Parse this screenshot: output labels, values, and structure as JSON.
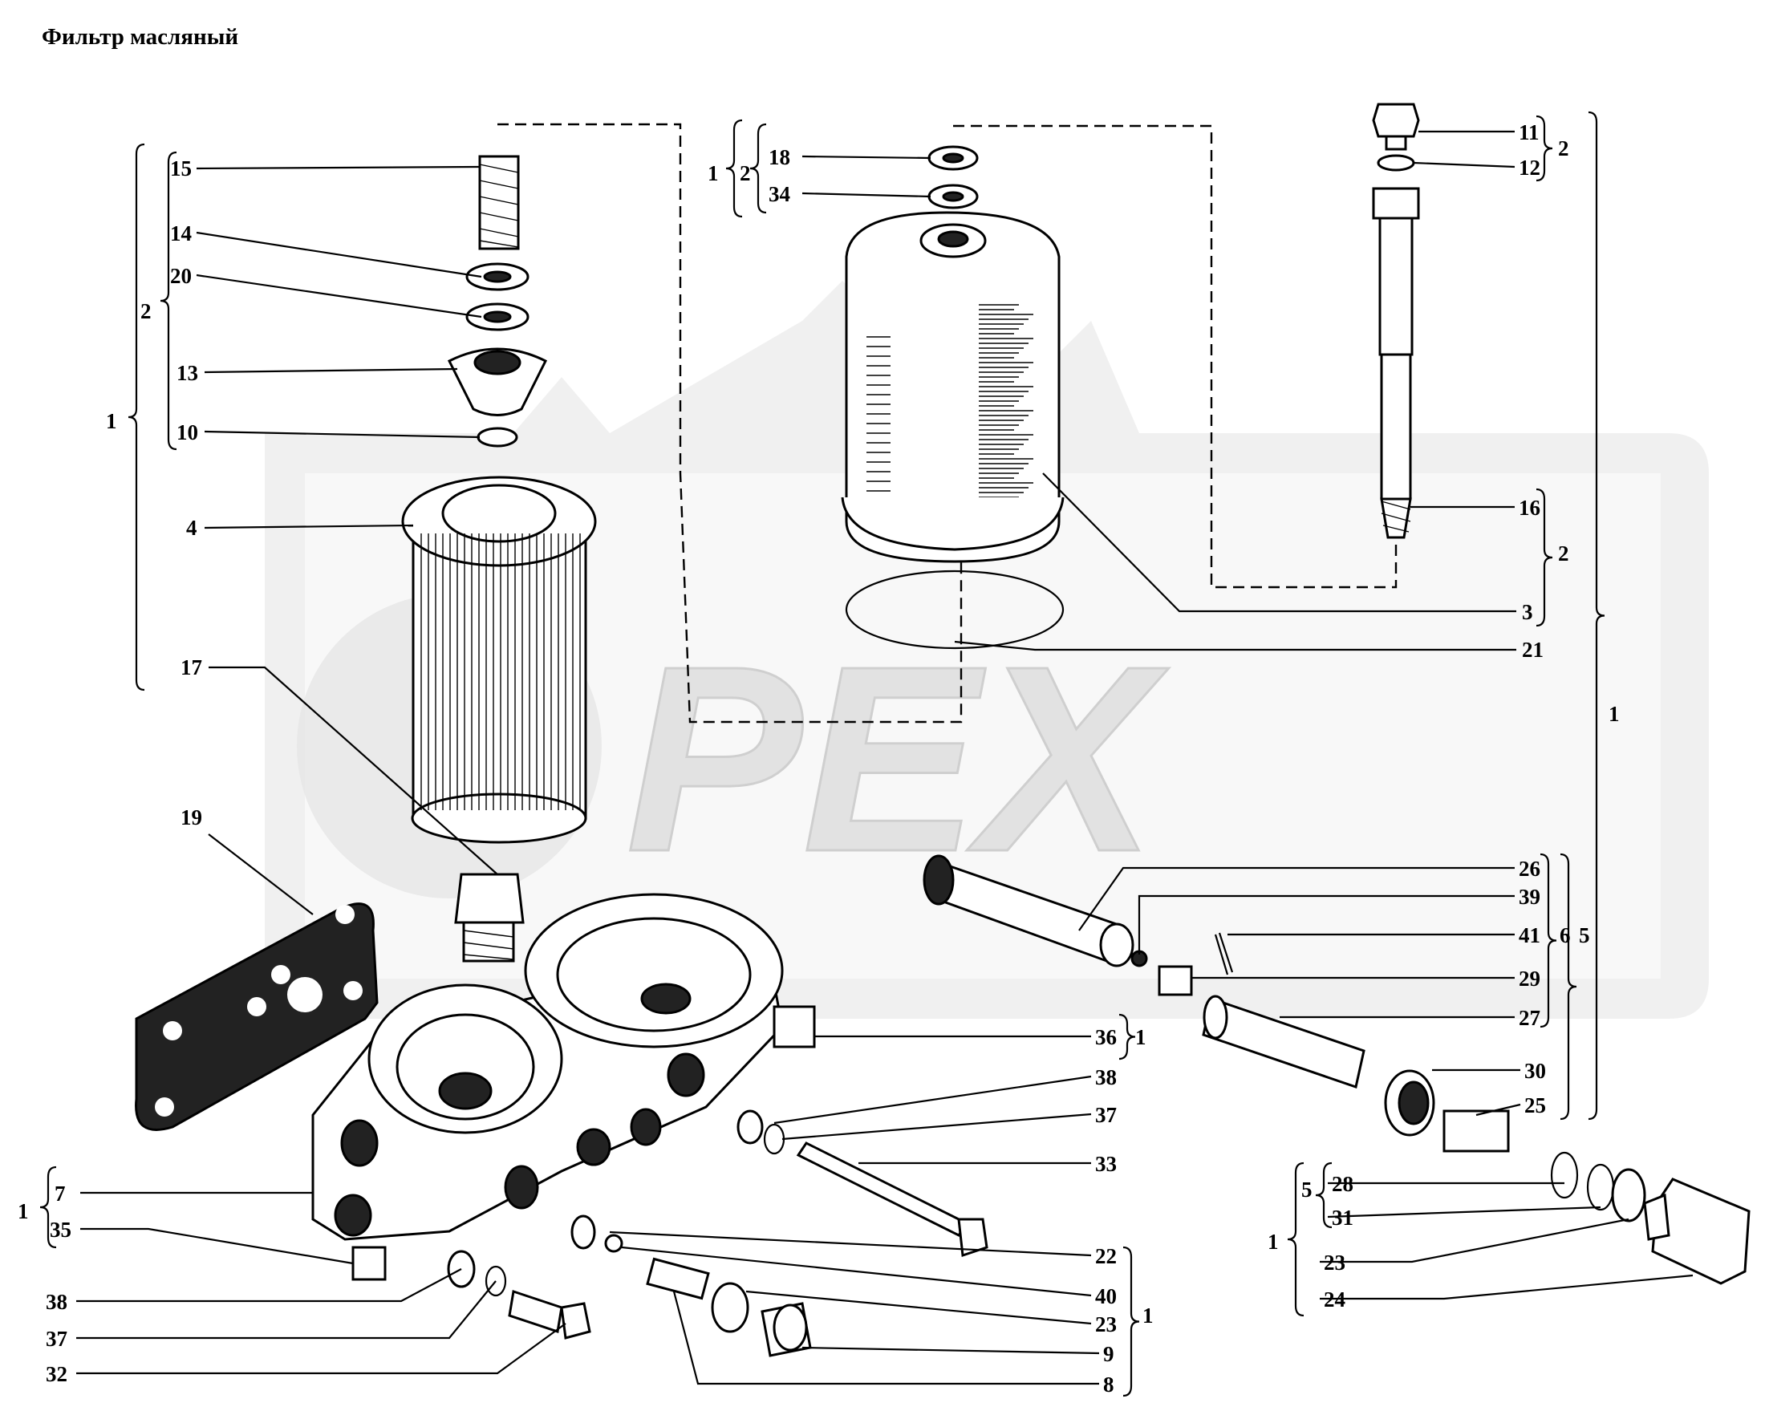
{
  "title": "Фильтр масляный",
  "watermark": "PEX",
  "callouts": {
    "c15": "15",
    "c14": "14",
    "c20": "20",
    "c13": "13",
    "c10": "10",
    "c4": "4",
    "c17": "17",
    "c19": "19",
    "brL_2": "2",
    "brL_1": "1",
    "c18": "18",
    "c34": "34",
    "brT_2": "2",
    "brT_1": "1",
    "c11": "11",
    "c12": "12",
    "brR_2a": "2",
    "c16": "16",
    "c3": "3",
    "brR_2b": "2",
    "c21": "21",
    "brR_1": "1",
    "c26": "26",
    "c39": "39",
    "c41": "41",
    "c29": "29",
    "c27": "27",
    "c30": "30",
    "c25": "25",
    "brV_6": "6",
    "brV_5": "5",
    "c36": "36",
    "br36_1": "1",
    "c38a": "38",
    "c37a": "37",
    "c33": "33",
    "c7": "7",
    "c35": "35",
    "br7_1": "1",
    "c38b": "38",
    "c37b": "37",
    "c32": "32",
    "c22": "22",
    "c40": "40",
    "c23a": "23",
    "c9": "9",
    "c8": "8",
    "brB_1": "1",
    "c28": "28",
    "c31": "31",
    "c23b": "23",
    "c24": "24",
    "brBR_5": "5",
    "brBR_1": "1"
  }
}
